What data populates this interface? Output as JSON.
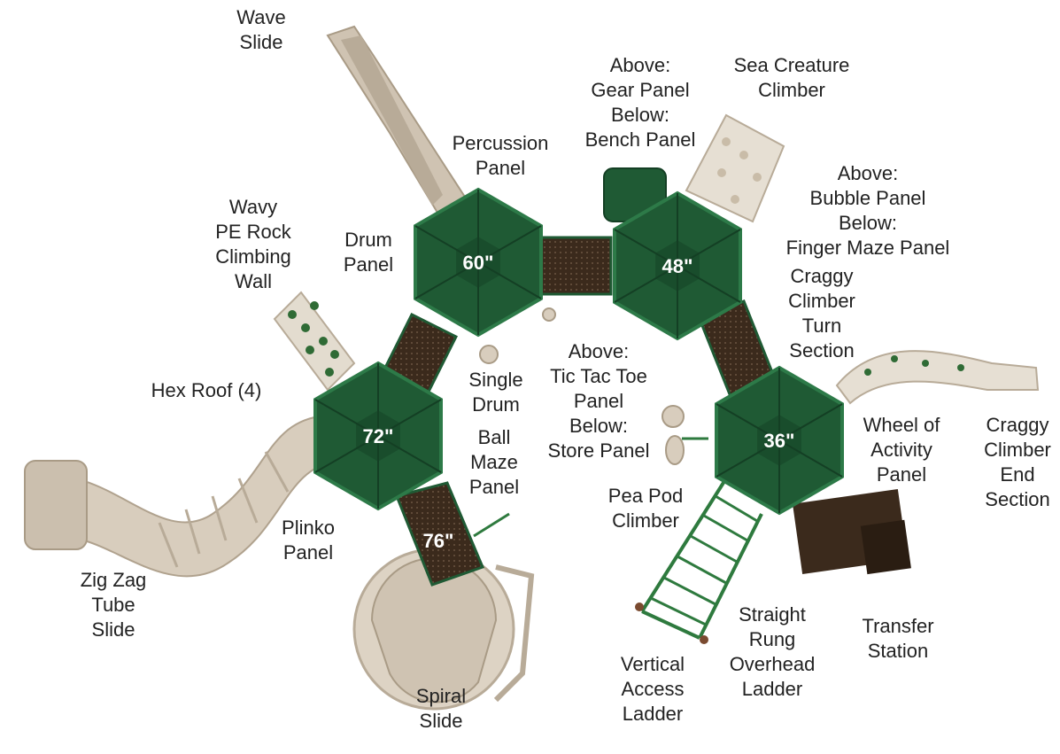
{
  "colors": {
    "roof": "#1f5a34",
    "roof_dark": "#143f24",
    "roof_edge": "#2d7a48",
    "tan": "#d8cdbd",
    "tan_dark": "#b8ab98",
    "deck": "#3b2a1c",
    "rail": "#2e7a3e",
    "rock_green": "#2f6b35"
  },
  "roofs": [
    {
      "id": "roof-60",
      "height_label": "60\""
    },
    {
      "id": "roof-48",
      "height_label": "48\""
    },
    {
      "id": "roof-72",
      "height_label": "72\""
    },
    {
      "id": "roof-36",
      "height_label": "36\""
    }
  ],
  "deck_heights": {
    "deck_76": "76\""
  },
  "labels": {
    "wave_slide": "Wave\nSlide",
    "percussion_panel": "Percussion\nPanel",
    "gear_bench_panel": "Above:\nGear Panel\nBelow:\nBench Panel",
    "sea_creature_climber": "Sea Creature\nClimber",
    "bubble_finger_maze_panel": "Above:\nBubble Panel\nBelow:\nFinger Maze Panel",
    "wavy_rock_wall": "Wavy\nPE Rock\nClimbing\nWall",
    "drum_panel": "Drum\nPanel",
    "craggy_turn": "Craggy\nClimber\nTurn\nSection",
    "hex_roof": "Hex Roof (4)",
    "single_drum": "Single\nDrum",
    "tic_tac_store_panel": "Above:\nTic Tac Toe\nPanel\nBelow:\nStore Panel",
    "ball_maze_panel": "Ball\nMaze\nPanel",
    "wheel_activity_panel": "Wheel of\nActivity\nPanel",
    "craggy_end": "Craggy\nClimber\nEnd\nSection",
    "pea_pod_climber": "Pea Pod\nClimber",
    "plinko_panel": "Plinko\nPanel",
    "zig_zag_slide": "Zig Zag\nTube\nSlide",
    "straight_rung_ladder": "Straight\nRung\nOverhead\nLadder",
    "transfer_station": "Transfer\nStation",
    "vertical_access_ladder": "Vertical\nAccess\nLadder",
    "spiral_slide": "Spiral\nSlide"
  }
}
